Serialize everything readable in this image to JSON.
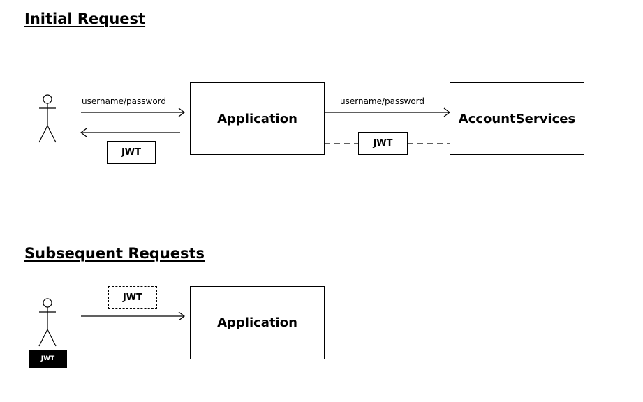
{
  "sections": {
    "initial": {
      "title": "Initial Request",
      "client_to_app_label": "username/password",
      "app_box_label": "Application",
      "app_to_service_label": "username/password",
      "service_box_label": "AccountServices",
      "service_to_app_token": "JWT",
      "app_to_client_token": "JWT"
    },
    "subsequent": {
      "title": "Subsequent Requests",
      "client_token_badge": "JWT",
      "client_to_app_token": "JWT",
      "app_box_label": "Application"
    }
  }
}
